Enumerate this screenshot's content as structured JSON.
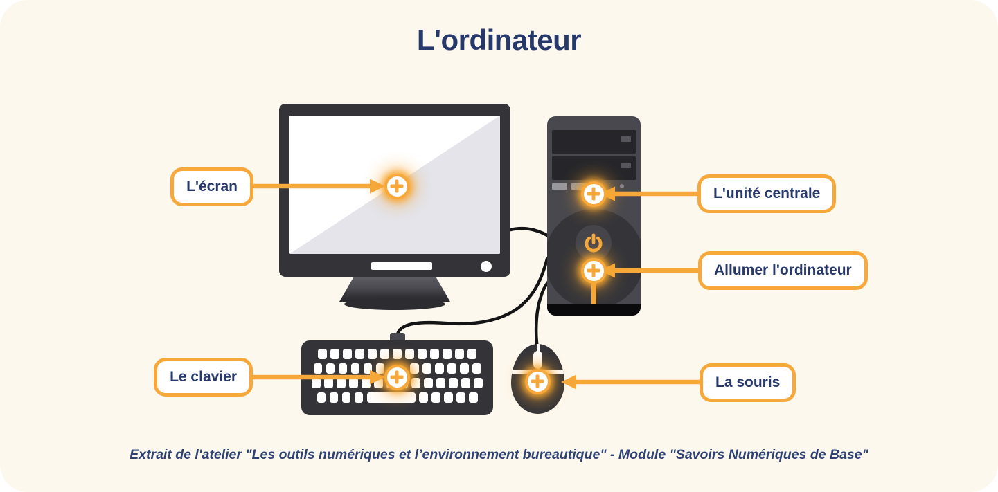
{
  "title": "L'ordinateur",
  "labels": {
    "screen": "L'écran",
    "central_unit": "L'unité centrale",
    "power_on": "Allumer l'ordinateur",
    "keyboard": "Le clavier",
    "mouse": "La souris"
  },
  "icons": {
    "plus-icon": "+",
    "power-icon": "⏻"
  },
  "colors": {
    "background": "#FDF8EE",
    "accent_orange": "#F6A83B",
    "text_navy": "#27396B",
    "device_dark": "#333338",
    "tower_gray": "#48484E"
  },
  "footer": "Extrait de l'atelier \"Les outils numériques et l’environnement bureautique\" - Module \"Savoirs Numériques de Base\""
}
